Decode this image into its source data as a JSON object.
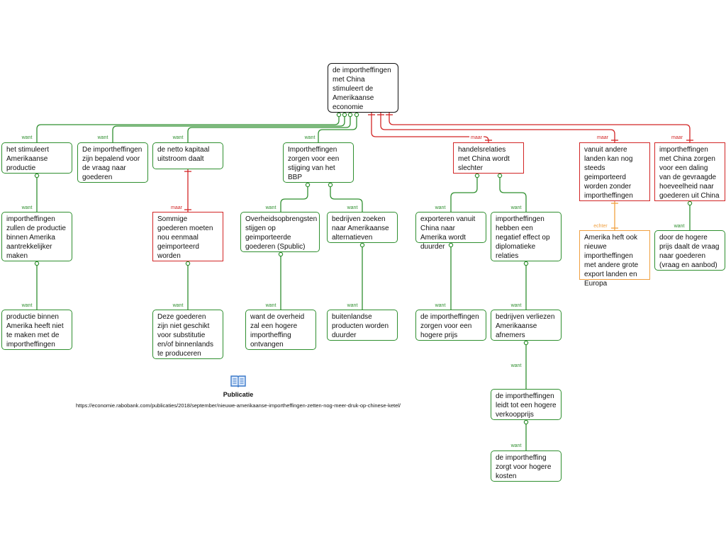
{
  "colors": {
    "pro": "#2f8f2f",
    "con": "#d22525",
    "alternative": "#f0a040",
    "root": "#111111"
  },
  "nodes": {
    "root": "de importheffingen met China stimuleert de Amerikaanse economie",
    "n1": "het stimuleert Amerikaanse productie",
    "n2": "De importheffingen zijn bepalend voor de vraag naar goederen",
    "n3": "de netto kapitaal uitstroom daalt",
    "n4": "Importheffingen zorgen voor een stijging van het BBP",
    "n5": "handelsrelaties met China wordt slechter",
    "n6": "vanuit andere landen kan nog steeds geimporteerd worden zonder importheffingen",
    "n7": "importheffingen met China zorgen voor een daling van de gevraagde hoeveelheid naar goederen uit China",
    "n1a": "importheffingen zullen de productie binnen Amerika aantrekkelijker maken",
    "n1b": "productie binnen Amerika heeft niet te maken met de importheffingen",
    "n3a": "Sommige goederen moeten nou eenmaal geimporteerd worden",
    "n3b": "Deze goederen zijn niet geschikt voor substitutie en/of binnenlands te produceren",
    "n4a": "Overheidsopbrengsten stijgen op geimporteerde goederen (Spublic)",
    "n4a1": "want de overheid zal een hogere importheffing ontvangen",
    "n4b": "bedrijven zoeken naar Amerikaanse alternatieven",
    "n4b1": "buitenlandse producten worden duurder",
    "n5a": "exporteren vanuit China naar Amerika wordt duurder",
    "n5a1": "de importheffingen zorgen voor een hogere prijs",
    "n5b": "importheffingen hebben een negatief effect op diplomatieke relaties",
    "n5b1": "bedrijven verliezen Amerikaanse afnemers",
    "n5b2": "de importheffingen leidt tot een hogere verkoopprijs",
    "n5b3": "de importheffing zorgt voor hogere kosten",
    "n6a": "Amerika heft ook nieuwe importheffingen met andere grote export landen en Europa",
    "n7a": "door de hogere prijs daalt de vraag naar goederen (vraag en aanbod)"
  },
  "labels": {
    "pro": "want",
    "con": "maar",
    "alternative": "echter"
  },
  "publication": {
    "title": "Publicatie",
    "url": "https://economie.rabobank.com/publicaties/2018/september/nieuwe-amerikaanse-importheffingen-zetten-nog-meer-druk-op-chinese-ketel/",
    "icon": "book-icon"
  }
}
